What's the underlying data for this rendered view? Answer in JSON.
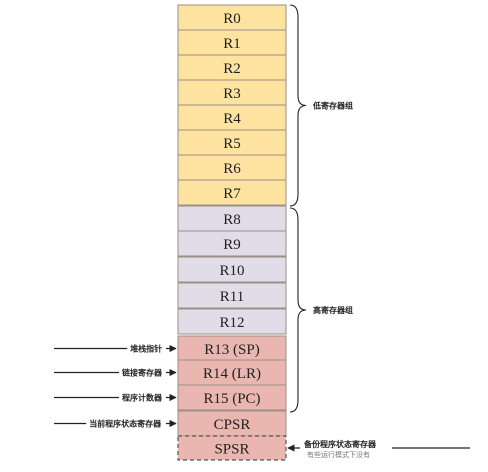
{
  "registers": [
    {
      "name": "R0",
      "group": "low"
    },
    {
      "name": "R1",
      "group": "low"
    },
    {
      "name": "R2",
      "group": "low"
    },
    {
      "name": "R3",
      "group": "low"
    },
    {
      "name": "R4",
      "group": "low"
    },
    {
      "name": "R5",
      "group": "low"
    },
    {
      "name": "R6",
      "group": "low"
    },
    {
      "name": "R7",
      "group": "low"
    },
    {
      "name": "R8",
      "group": "high"
    },
    {
      "name": "R9",
      "group": "high"
    },
    {
      "name": "R10",
      "group": "high"
    },
    {
      "name": "R11",
      "group": "high"
    },
    {
      "name": "R12",
      "group": "high"
    },
    {
      "name": "R13 (SP)",
      "group": "special",
      "label": "堆栈指针"
    },
    {
      "name": "R14 (LR)",
      "group": "special",
      "label": "链接寄存器"
    },
    {
      "name": "R15 (PC)",
      "group": "special",
      "label": "程序计数器"
    },
    {
      "name": "CPSR",
      "group": "special",
      "label": "当前程序状态寄存器"
    },
    {
      "name": "SPSR",
      "group": "special",
      "dashed": true,
      "label": "备份程序状态寄存器",
      "note": "有些运行模式下没有"
    }
  ],
  "groups": {
    "low": {
      "label": "低寄存器组"
    },
    "high": {
      "label": "高寄存器组"
    }
  },
  "colors": {
    "low": "#fde2a0",
    "high": "#e0dde8",
    "special": "#e9b6b0",
    "border": "#9a8f86",
    "line": "#222222"
  }
}
